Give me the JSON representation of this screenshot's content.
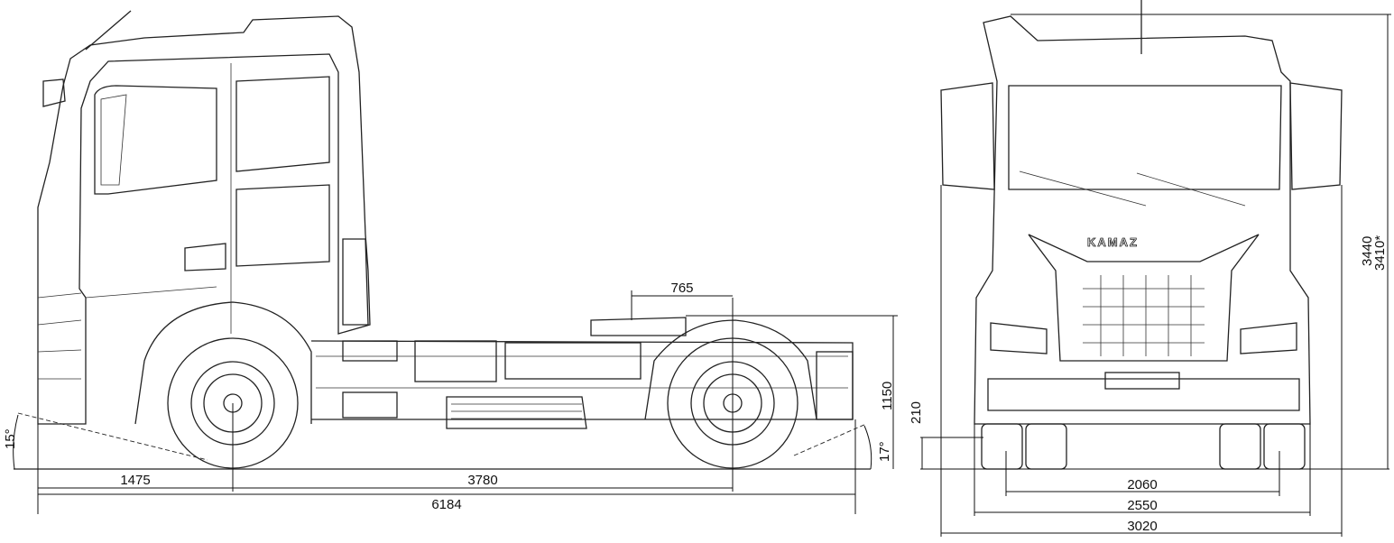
{
  "drawing": {
    "brand_logo": "KAMAZ",
    "side_view": {
      "approach_angle": "15°",
      "departure_angle": "17°",
      "front_overhang": "1475",
      "wheelbase": "3780",
      "overall_length": "6184",
      "fifth_wheel_offset": "765",
      "fifth_wheel_height": "1150"
    },
    "front_view": {
      "ground_clearance": "210",
      "height": "3440",
      "height_alt": "3410*",
      "track_width": "2060",
      "body_width": "2550",
      "mirror_width": "3020"
    }
  }
}
